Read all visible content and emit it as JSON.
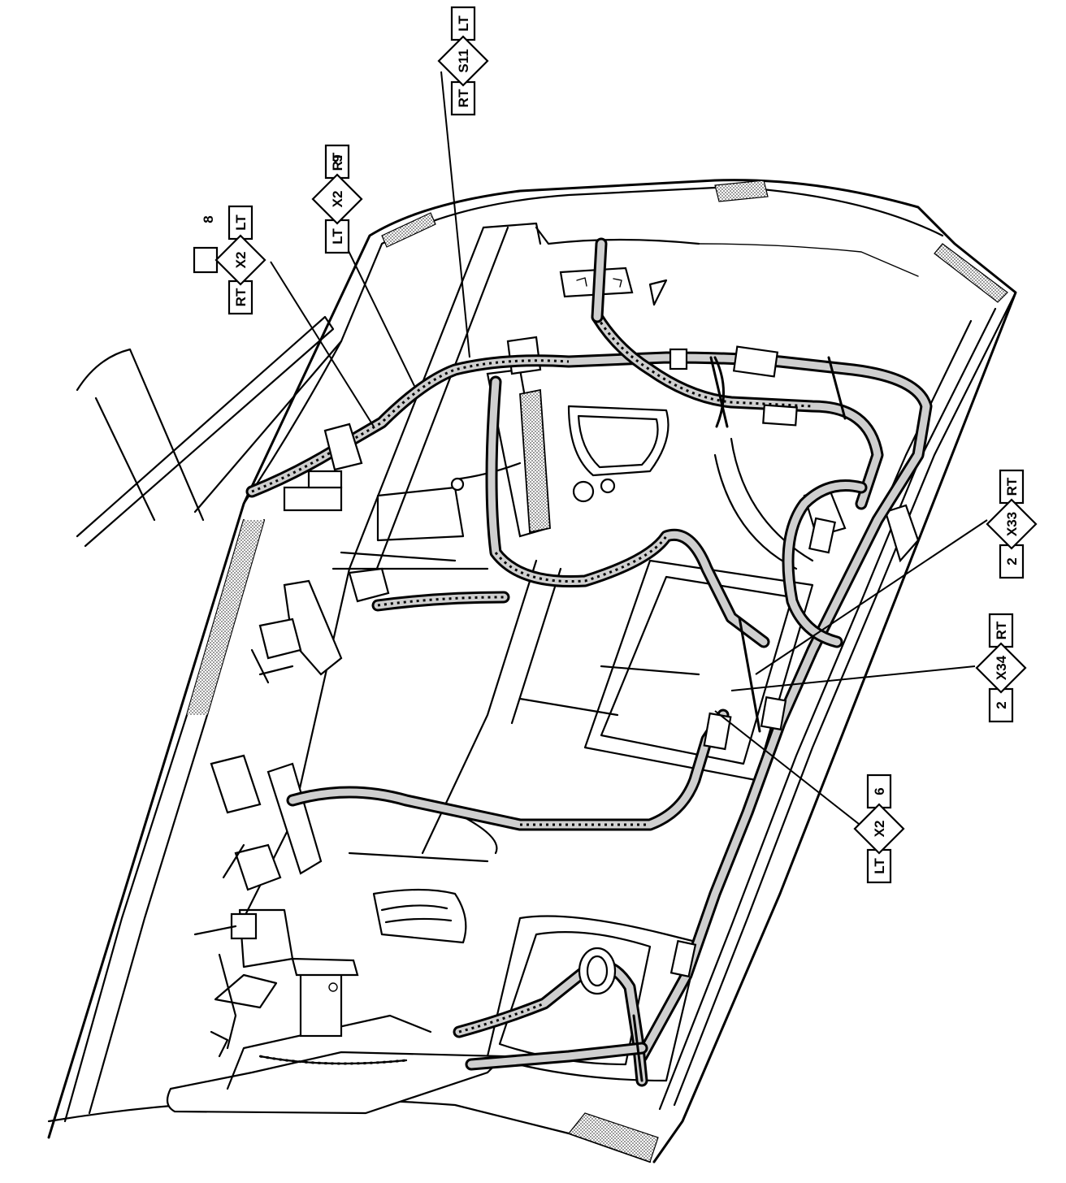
{
  "callouts": [
    {
      "id": "c1",
      "left": "RT",
      "center": "X2",
      "right": "LT",
      "top": "8"
    },
    {
      "id": "c2",
      "left": "LT",
      "center": "X2",
      "right": "RT",
      "top": "9"
    },
    {
      "id": "c3",
      "left": "RT",
      "center": "S11",
      "right": "LT",
      "top": ""
    },
    {
      "id": "c4",
      "left": "2",
      "center": "X33",
      "right": "RT",
      "top": ""
    },
    {
      "id": "c5",
      "left": "2",
      "center": "X34",
      "right": "RT",
      "top": ""
    },
    {
      "id": "c6",
      "left": "LT",
      "center": "X2",
      "right": "",
      "top": "6"
    }
  ]
}
